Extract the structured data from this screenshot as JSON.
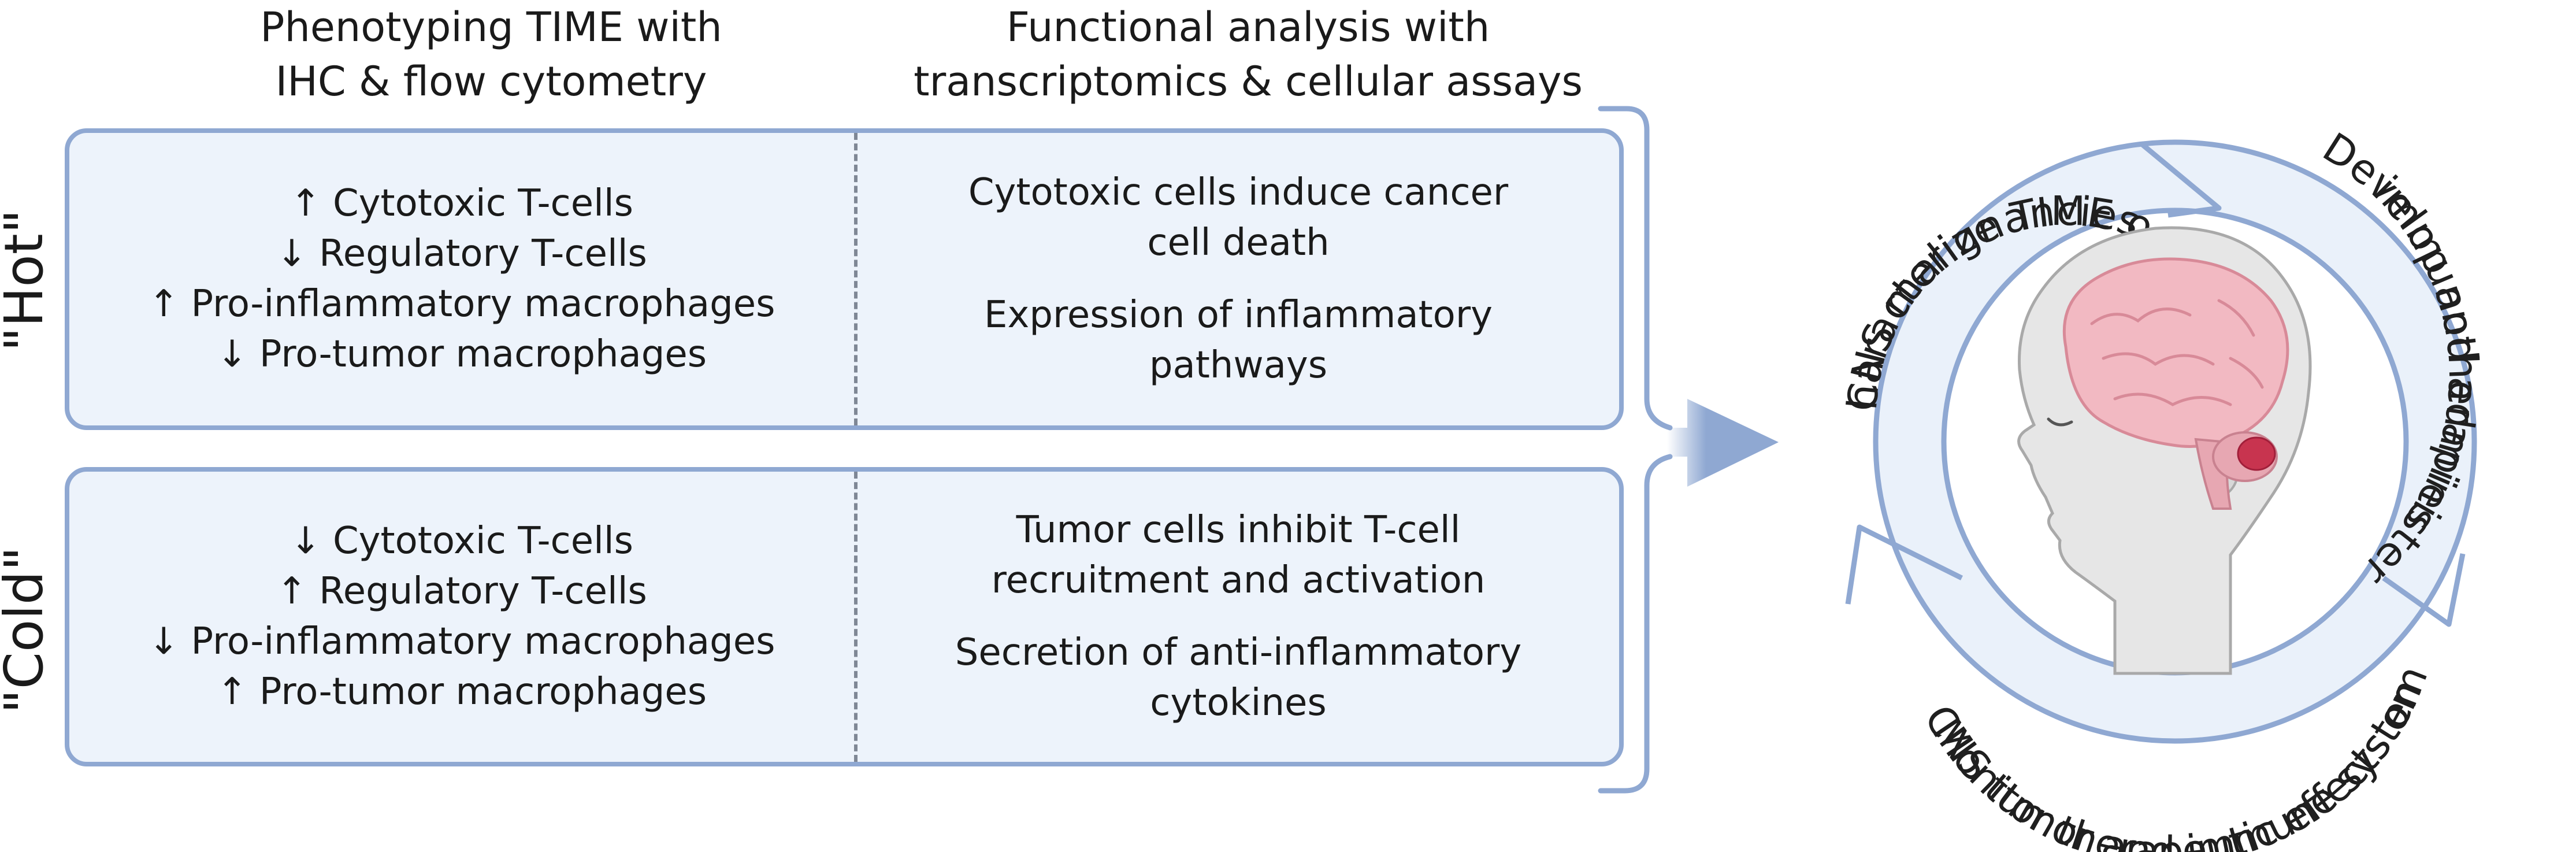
{
  "headers": {
    "phenotyping": [
      "Phenotyping TIME with",
      "IHC & flow cytometry"
    ],
    "functional": [
      "Functional analysis with",
      "transcriptomics & cellular assays"
    ]
  },
  "hot": {
    "label": "\"Hot\"",
    "phenotypes": [
      "↑ Cytotoxic T-cells",
      "↓ Regulatory T-cells",
      "↑ Pro-inflammatory macrophages",
      "↓ Pro-tumor macrophages"
    ],
    "functions": [
      "Cytotoxic cells induce cancer cell death",
      "Expression of inflammatory pathways"
    ]
  },
  "cold": {
    "label": "\"Cold\"",
    "phenotypes": [
      "↓ Cytotoxic T-cells",
      "↑ Regulatory T-cells",
      "↓ Pro-inflammatory macrophages",
      "↑ Pro-tumor macrophages"
    ],
    "functions": [
      "Tumor cells inhibit T-cell recruitment and activation",
      "Secretion of anti-inflammatory cytokines"
    ]
  },
  "cycle": {
    "step1": [
      "Characterize TIME of",
      "CNS malignancies"
    ],
    "step2": [
      "Develop and administer",
      "immunotherapies"
    ],
    "step3": [
      "Monitor therapeutic effects on",
      "CNS tumor and immune system"
    ]
  },
  "colors": {
    "panel_fill": "#edf3fb",
    "panel_border": "#8fa8d2",
    "arrow": "#8fa8d2",
    "ring_fill": "#eaf1fa"
  }
}
